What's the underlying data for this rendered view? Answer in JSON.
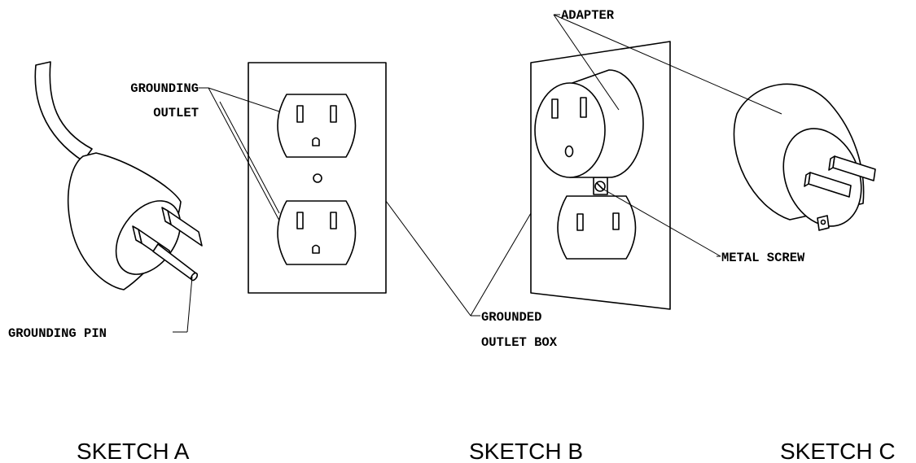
{
  "labels": {
    "grounding_outlet": [
      "GROUNDING",
      "OUTLET"
    ],
    "grounding_pin": "GROUNDING PIN",
    "grounded_outlet_box": [
      "GROUNDED",
      "OUTLET BOX"
    ],
    "adapter": "ADAPTER",
    "metal_screw": "METAL SCREW"
  },
  "sketches": {
    "a": "SKETCH A",
    "b": "SKETCH B",
    "c": "SKETCH C"
  }
}
